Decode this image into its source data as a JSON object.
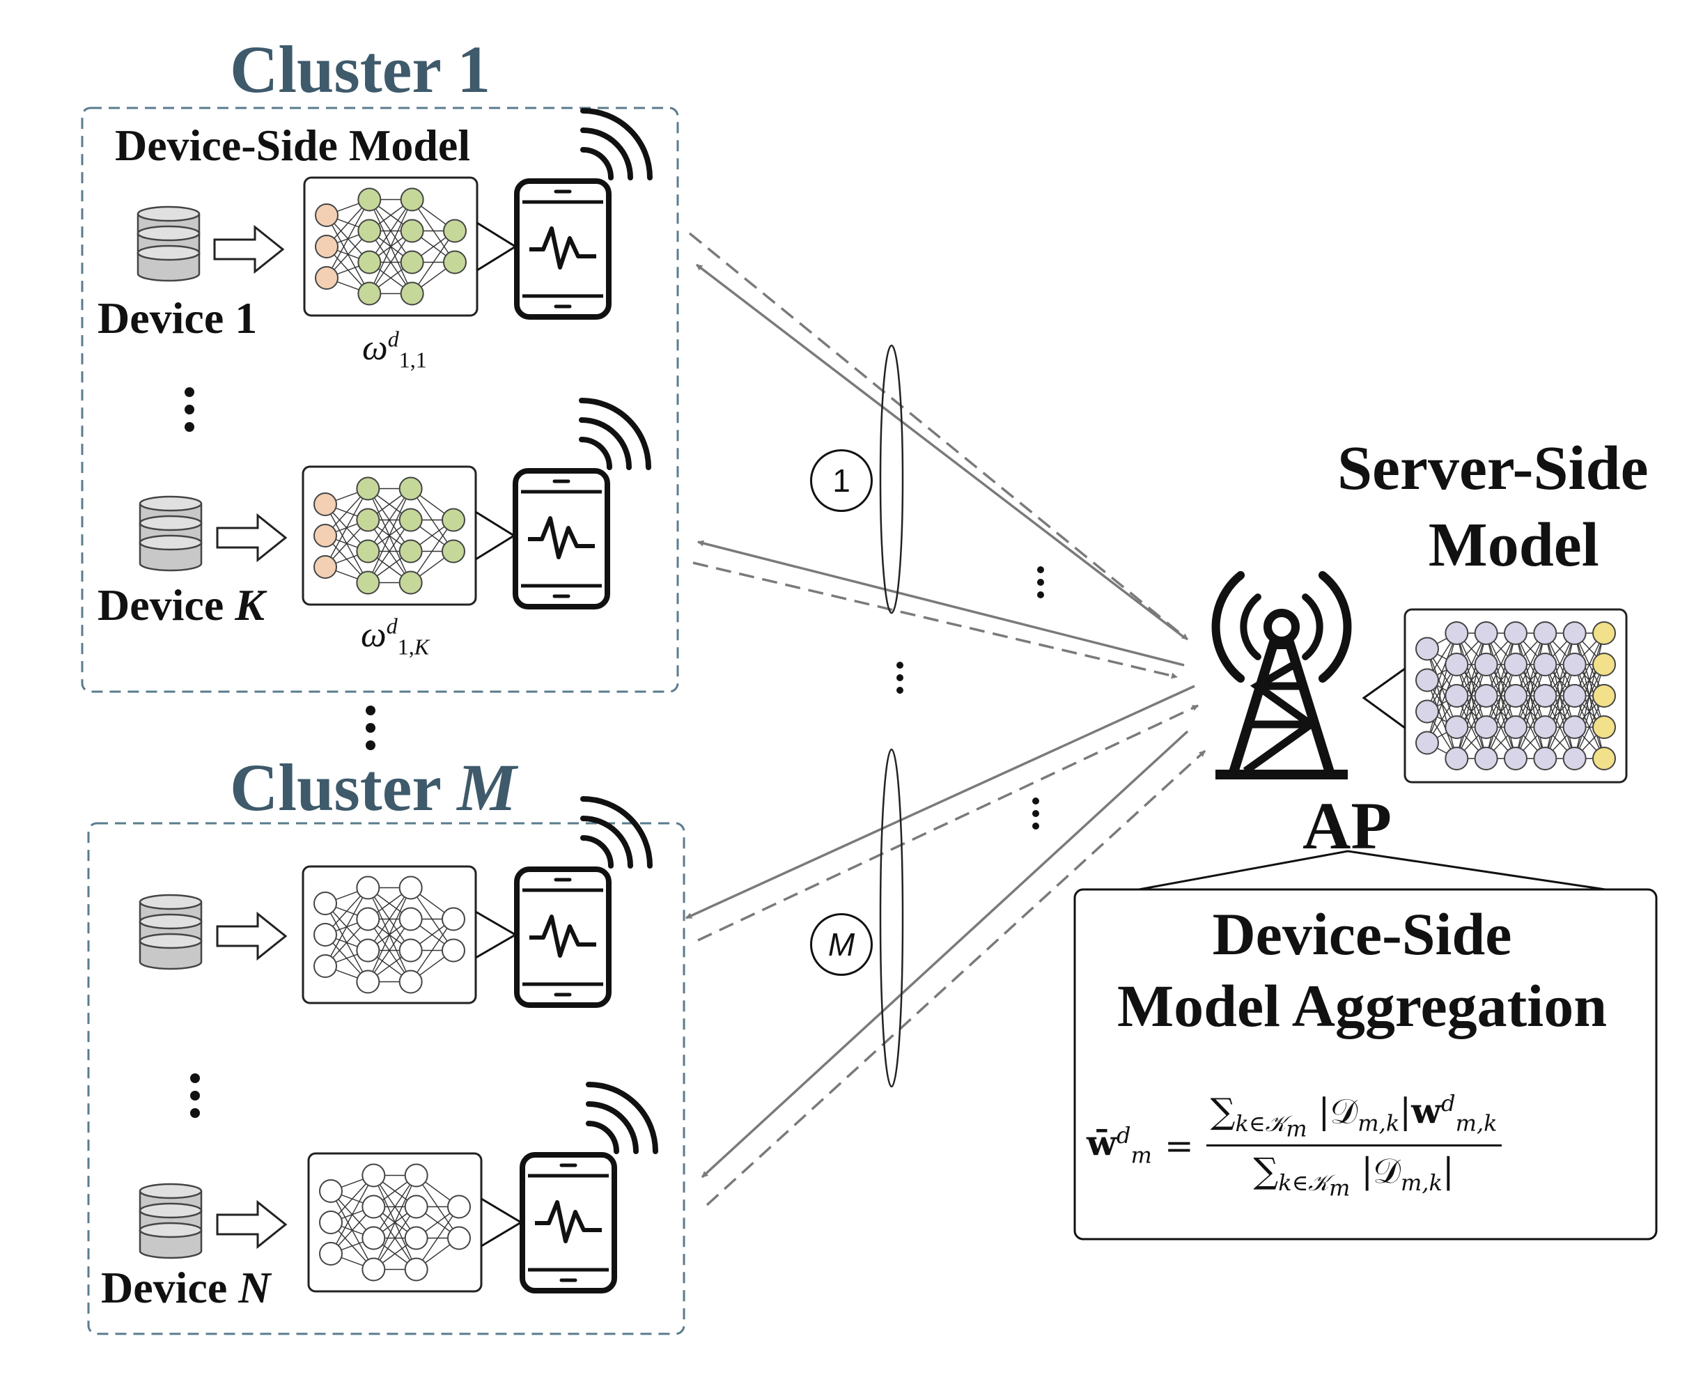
{
  "clusters": [
    {
      "title_prefix": "Cluster ",
      "title_index": "1",
      "model_heading": "Device-Side Model",
      "devices": [
        {
          "label_prefix": "Device ",
          "label_index": "1",
          "weight_base": "ω",
          "weight_sup": "d",
          "weight_sub": "1,1"
        },
        {
          "label_prefix": "Device ",
          "label_index": "K",
          "weight_base": "ω",
          "weight_sup": "d",
          "weight_sub_a": "1,",
          "weight_sub_b": "K"
        }
      ]
    },
    {
      "title_prefix": "Cluster ",
      "title_index": "M",
      "devices": [
        {
          "label_prefix": "",
          "label_index": ""
        },
        {
          "label_prefix": "Device ",
          "label_index": "N"
        }
      ]
    }
  ],
  "links": {
    "group_markers": [
      "1",
      "M"
    ]
  },
  "server": {
    "title_line1": "Server-Side",
    "title_line2": "Model",
    "ap_label": "AP"
  },
  "aggregation": {
    "title_line1": "Device-Side",
    "title_line2": "Model Aggregation",
    "formula": {
      "lhs_base": "w̄",
      "lhs_sup": "d",
      "lhs_sub": "m",
      "equals": "=",
      "numerator_sum": "∑",
      "numerator_sum_sub": "k∈𝒦",
      "numerator_sum_sub_m": "m",
      "numerator_set": "|𝒟",
      "numerator_set_sub": "m,k",
      "numerator_set_close": "|",
      "numerator_w": "w",
      "numerator_w_sup": "d",
      "numerator_w_sub": "m,k",
      "denominator_sum": "∑",
      "denominator_sum_sub": "k∈𝒦",
      "denominator_sum_sub_m": "m",
      "denominator_set": "|𝒟",
      "denominator_set_sub": "m,k",
      "denominator_set_close": "|"
    }
  },
  "colors": {
    "cluster_title": "#3e5a6b",
    "cluster_border": "#5a7b8e",
    "link_arrow": "#7a7a7a",
    "device_input_node": "#f3d0b4",
    "device_hidden_node": "#c5d89a",
    "device_output_node": "#c5d89a",
    "server_input_node": "#d9d5e8",
    "server_output_node": "#f2e08a",
    "plain_node": "#ffffff",
    "database": "#c8c8c8"
  },
  "icons": [
    "database-icon",
    "arrow-right-icon",
    "neural-network-icon",
    "smartphone-icon",
    "wifi-signal-icon",
    "antenna-tower-icon",
    "ellipsis-icon"
  ]
}
